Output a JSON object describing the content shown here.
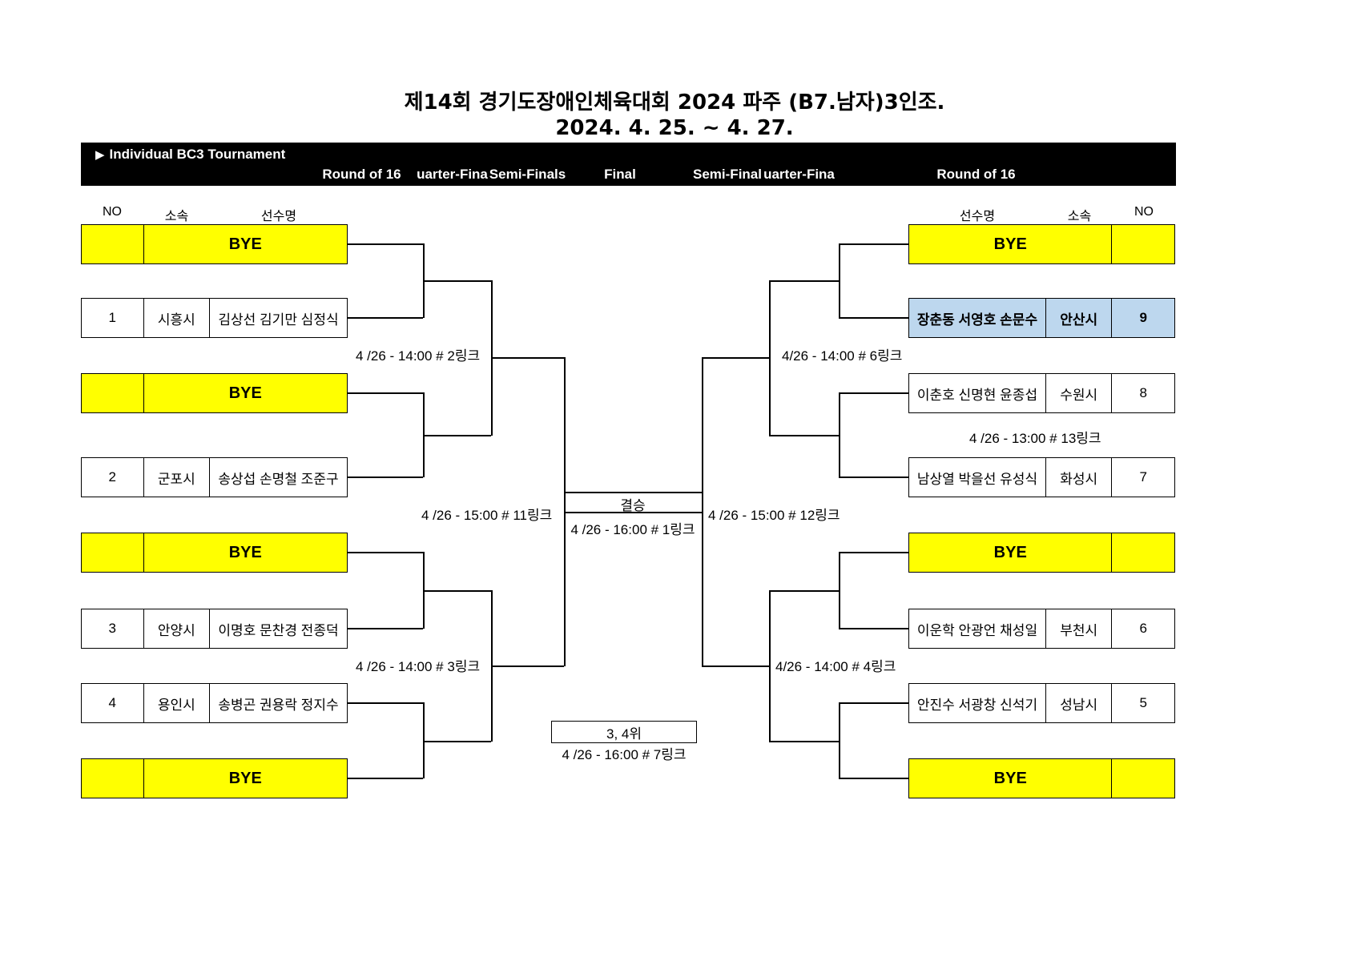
{
  "title": {
    "line1": "제14회 경기도장애인체육대회 2024 파주 (B7.남자)3인조.",
    "line2": "2024. 4. 25. ~ 4. 27."
  },
  "header": {
    "arrow_icon": "triangle-right-icon",
    "label": "Individual BC3 Tournament",
    "rounds": [
      {
        "key": "left_r16",
        "label": "Round of 16"
      },
      {
        "key": "left_qf",
        "label": "uarter-Fina"
      },
      {
        "key": "left_sf",
        "label": "Semi-Finals"
      },
      {
        "key": "final",
        "label": "Final"
      },
      {
        "key": "right_sf",
        "label": "Semi-Final"
      },
      {
        "key": "right_qf",
        "label": "uarter-Fina"
      },
      {
        "key": "right_r16",
        "label": "Round of 16"
      }
    ]
  },
  "columns": {
    "left": {
      "no": "NO",
      "team": "소속",
      "players": "선수명"
    },
    "right": {
      "players": "선수명",
      "team": "소속",
      "no": "NO"
    }
  },
  "bye_label": "BYE",
  "left_entries": [
    {
      "no": "",
      "team": "",
      "players": "BYE",
      "type": "bye"
    },
    {
      "no": "1",
      "team": "시흥시",
      "players": "김상선 김기만 심정식",
      "type": "normal"
    },
    {
      "no": "",
      "team": "",
      "players": "BYE",
      "type": "bye"
    },
    {
      "no": "2",
      "team": "군포시",
      "players": "송상섭 손명철 조준구",
      "type": "normal"
    },
    {
      "no": "",
      "team": "",
      "players": "BYE",
      "type": "bye"
    },
    {
      "no": "3",
      "team": "안양시",
      "players": "이명호 문찬경 전종덕",
      "type": "normal"
    },
    {
      "no": "4",
      "team": "용인시",
      "players": "송병곤 권용락 정지수",
      "type": "normal"
    },
    {
      "no": "",
      "team": "",
      "players": "BYE",
      "type": "bye"
    }
  ],
  "right_entries": [
    {
      "no": "",
      "team": "",
      "players": "BYE",
      "type": "bye"
    },
    {
      "no": "9",
      "team": "안산시",
      "players": "장춘동 서영호 손문수",
      "type": "highlight"
    },
    {
      "no": "8",
      "team": "수원시",
      "players": "이춘호  신명현 윤종섭",
      "type": "normal"
    },
    {
      "no": "7",
      "team": "화성시",
      "players": "남상열 박을선 유성식",
      "type": "normal"
    },
    {
      "no": "",
      "team": "",
      "players": "BYE",
      "type": "bye"
    },
    {
      "no": "6",
      "team": "부천시",
      "players": "이운학 안광언 채성일",
      "type": "normal"
    },
    {
      "no": "5",
      "team": "성남시",
      "players": "안진수 서광창 신석기",
      "type": "normal"
    },
    {
      "no": "",
      "team": "",
      "players": "BYE",
      "type": "bye"
    }
  ],
  "match_times": {
    "left_qf_top": "4 /26 - 14:00 # 2링크",
    "left_qf_bottom": "4 /26 - 14:00 # 3링크",
    "left_sf": "4 /26 - 15:00 # 11링크",
    "right_qf_top": "4/26 - 14:00 # 6링크",
    "right_r16_top": "4 /26 - 13:00 # 13링크",
    "right_qf_bottom": "4/26 - 14:00 # 4링크",
    "right_sf": "4 /26 - 15:00 # 12링크"
  },
  "final": {
    "label": "결승",
    "time": "4 /26 - 16:00 # 1링크"
  },
  "third_place": {
    "label": "3, 4위",
    "time": "4 /26 - 16:00 # 7링크"
  },
  "colors": {
    "bye_fill": "#ffff00",
    "highlight_fill": "#bdd7ee",
    "header_bar": "#000000",
    "line": "#000000"
  }
}
